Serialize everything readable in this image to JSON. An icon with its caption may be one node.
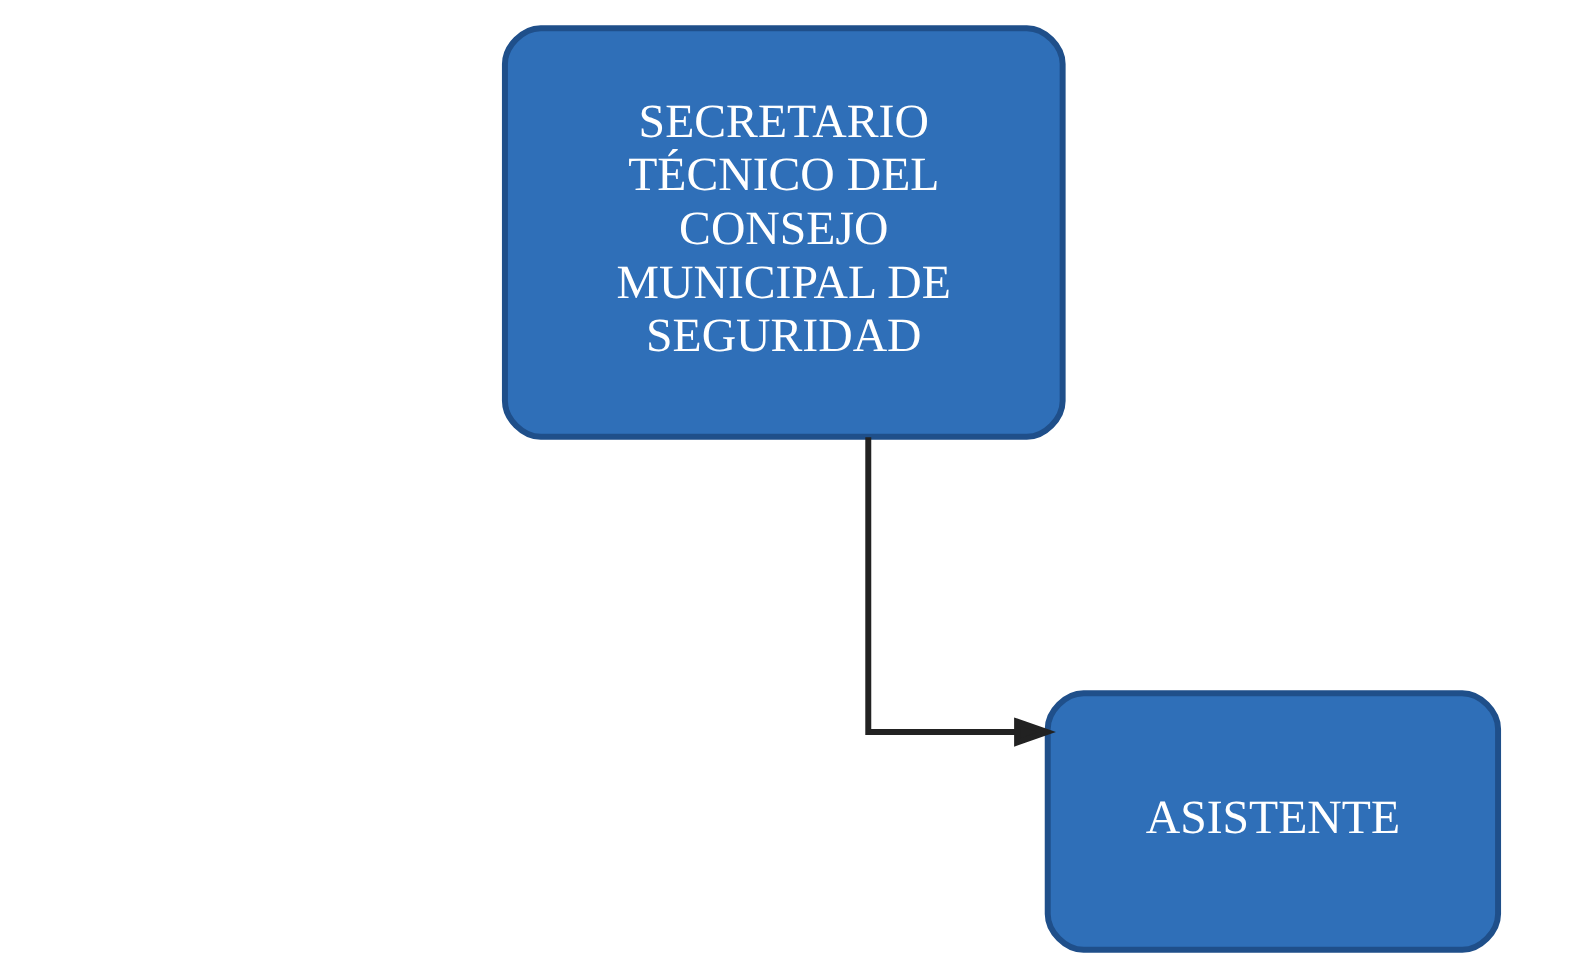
{
  "diagram": {
    "nodes": [
      {
        "text": [
          "SECRETARIO TÉCNICO DEL CONSEJO MUNICIPAL DE SEGURIDAD"
        ]
      },
      {
        "text": [
          "ASISTENTE"
        ]
      }
    ],
    "edges": [
      {
        "from": 0,
        "to": 1,
        "arrow": "to"
      }
    ]
  }
}
